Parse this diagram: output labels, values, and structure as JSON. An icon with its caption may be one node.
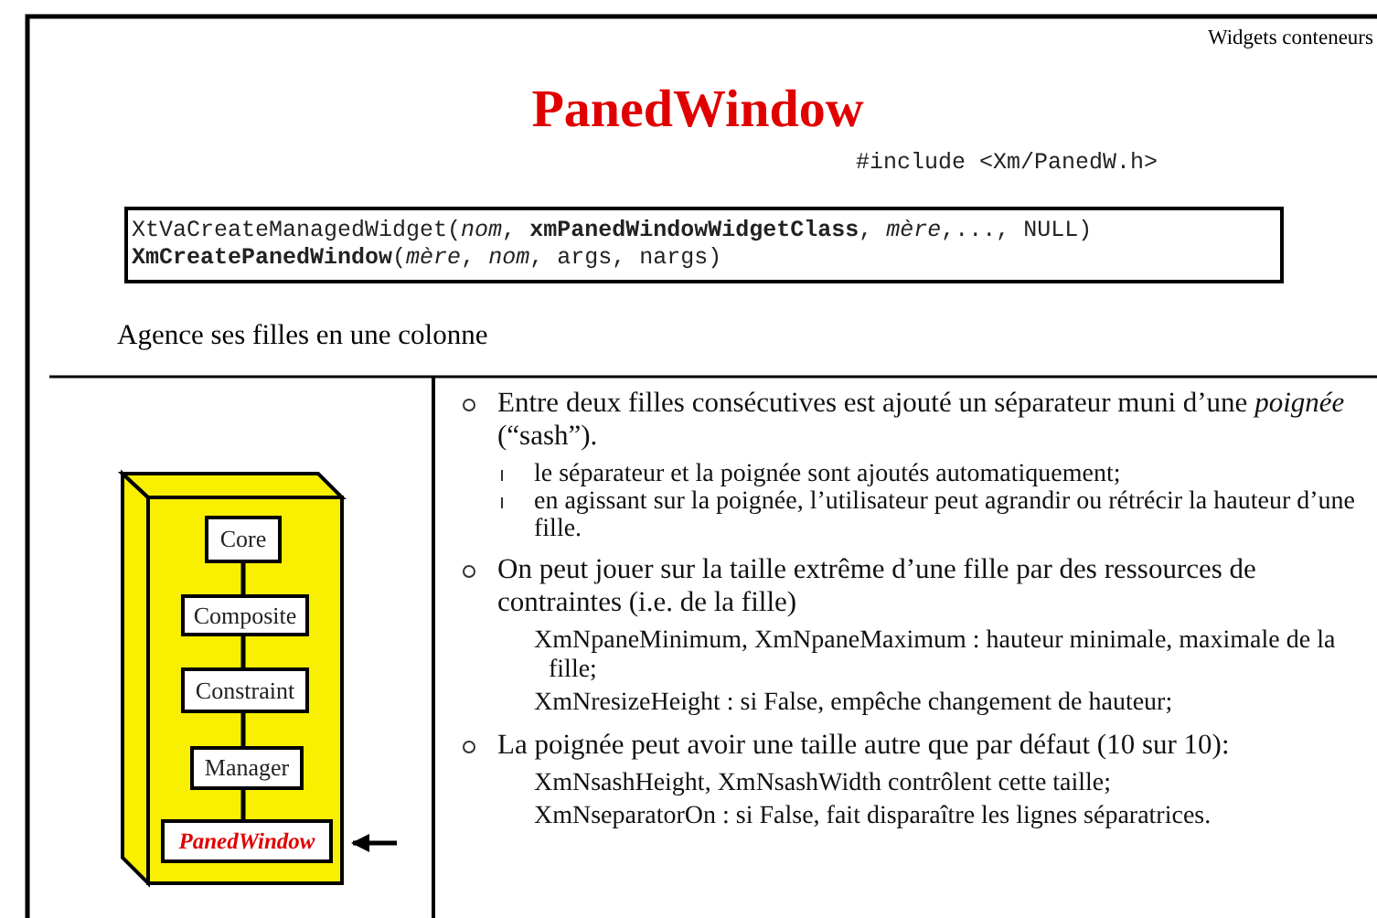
{
  "diagram": {
    "title": "PanedWindow",
    "nodes": [
      {
        "text": [
          "XtVaCreateManagedWidget(*nom*, **xmPanedWindowWidgetClass**, *mère*,..., NULL)",
          "**XmCreatePanedWindow**(*mère*, *nom*, args, nargs)"
        ]
      },
      {
        "text": [
          "Core"
        ]
      },
      {
        "text": [
          "Composite"
        ]
      },
      {
        "text": [
          "Constraint"
        ]
      },
      {
        "text": [
          "Manager"
        ]
      },
      {
        "text": [
          "PanedWindow"
        ]
      }
    ],
    "edges": [
      {
        "from": 1,
        "to": 2,
        "arrow": "none"
      },
      {
        "from": 2,
        "to": 3,
        "arrow": "none"
      },
      {
        "from": 3,
        "to": 4,
        "arrow": "none"
      },
      {
        "from": 4,
        "to": 5,
        "arrow": "none"
      },
      {
        "from": null,
        "to": 5,
        "arrow": "to"
      }
    ],
    "labels": [
      "Widgets conteneurs",
      "#include <Xm/PanedW.h>",
      "Agence ses filles en une colonne",
      "Entre deux filles consécutives est ajouté un séparateur muni d’une *poignée* (“sash”).",
      "le séparateur et la poignée sont ajoutés automatiquement;",
      "en agissant sur la poignée, l’utilisateur peut agrandir ou rétrécir la hauteur d’une fille.",
      "On peut jouer sur la taille extrême d’une fille par des ressources de contraintes (i.e. de la fille)",
      "XmNpaneMinimum, XmNpaneMaximum : hauteur minimale, maximale de la fille;",
      "XmNresizeHeight : si False, empêche changement de hauteur;",
      "La poignée peut avoir une taille autre que par défaut (10 sur 10):",
      "XmNsashHeight, XmNsashWidth contrôlent cette taille;",
      "XmNseparatorOn : si False, fait disparaître les lignes séparatrices."
    ]
  }
}
